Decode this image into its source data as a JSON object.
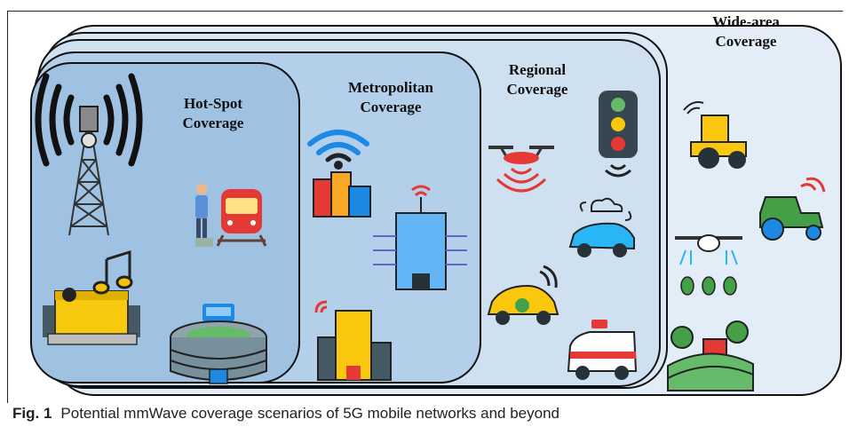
{
  "layers": {
    "wide_area": {
      "label_line1": "Wide-area",
      "label_line2": "Coverage"
    },
    "regional": {
      "label_line1": "Regional",
      "label_line2": "Coverage"
    },
    "metropolitan": {
      "label_line1": "Metropolitan",
      "label_line2": "Coverage"
    },
    "hot_spot": {
      "label_line1": "Hot-Spot",
      "label_line2": "Coverage"
    }
  },
  "caption": {
    "figure_label": "Fig. 1",
    "text": "Potential mmWave coverage scenarios of 5G mobile networks and beyond"
  },
  "colors": {
    "hot_spot_fill": "#9fc1e2",
    "metropolitan_fill": "#b3cfea",
    "regional_fill": "#cfe0f1",
    "wide_area_fill": "#e3edf7",
    "accent_red": "#e53935",
    "accent_blue": "#1e88e5",
    "accent_yellow": "#f9c80e",
    "accent_green": "#43a047"
  },
  "icons": [
    "cell-tower-icon",
    "person-train-icon",
    "concert-stage-icon",
    "stadium-icon",
    "wifi-buildings-icon",
    "smart-building-icon",
    "office-tower-icon",
    "drone-icon",
    "traffic-light-icon",
    "connected-car-icon",
    "electric-car-icon",
    "ambulance-icon",
    "tractor-icon",
    "green-tractor-icon",
    "crop-drone-icon",
    "farm-icon"
  ]
}
